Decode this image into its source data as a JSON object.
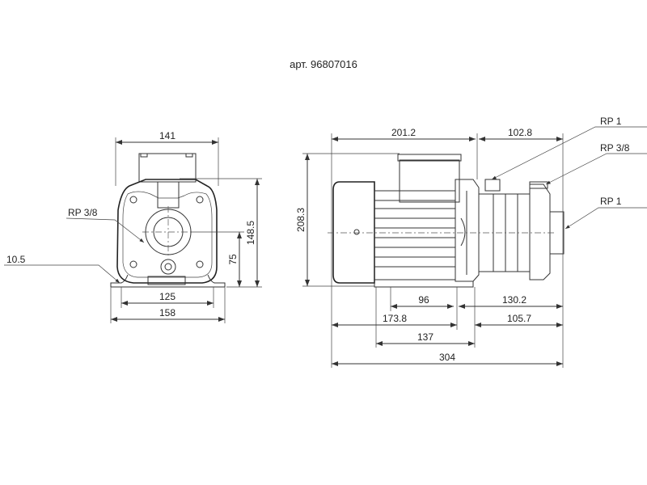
{
  "title": "арт. 96807016",
  "front_view": {
    "width_top": "141",
    "connection_label": "RP 3/8",
    "foot_thickness": "10.5",
    "height_total": "148.5",
    "axis_height": "75",
    "foot_hole_spacing": "125",
    "foot_width": "158"
  },
  "side_view": {
    "motor_length": "201.2",
    "pump_length": "102.8",
    "height_total": "208.3",
    "connection_top": "RP 1",
    "connection_vent": "RP 3/8",
    "connection_end": "RP 1",
    "dim_96": "96",
    "dim_130_2": "130.2",
    "dim_173_8": "173.8",
    "dim_105_7": "105.7",
    "dim_137": "137",
    "overall_length": "304"
  },
  "colors": {
    "line": "#222222",
    "background": "#ffffff"
  }
}
